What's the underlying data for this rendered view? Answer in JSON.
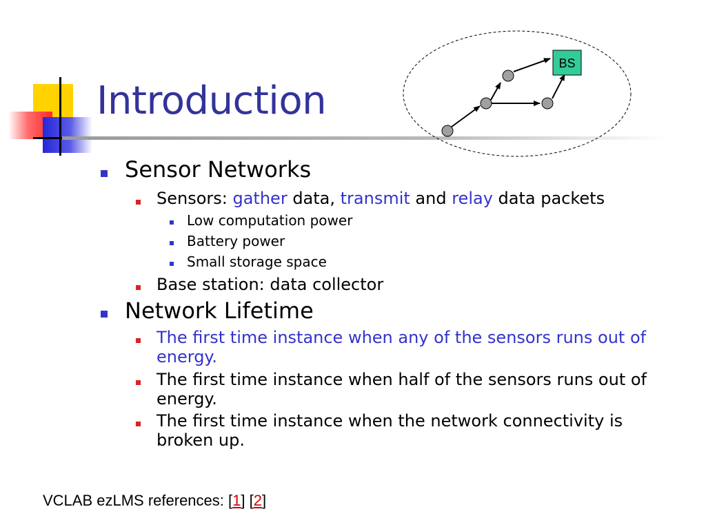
{
  "slide": {
    "title": "Introduction",
    "items": [
      {
        "text": "Sensor Networks",
        "sub": [
          {
            "parts": [
              {
                "text": "Sensors: ",
                "color": "black"
              },
              {
                "text": "gather",
                "color": "blue"
              },
              {
                "text": " data, ",
                "color": "black"
              },
              {
                "text": "transmit",
                "color": "blue"
              },
              {
                "text": " and ",
                "color": "black"
              },
              {
                "text": "relay",
                "color": "blue"
              },
              {
                "text": " data packets",
                "color": "black"
              }
            ],
            "sub": [
              "Low computation power",
              "Battery power",
              "Small storage space"
            ]
          },
          {
            "text": "Base station: data collector"
          }
        ]
      },
      {
        "text": "Network Lifetime",
        "sub": [
          {
            "text": "The first time instance when any of the sensors runs out of energy.",
            "highlight": true
          },
          {
            "text": "The first time instance when half of the sensors runs out of energy."
          },
          {
            "text": "The first time instance when the network connectivity is broken up."
          }
        ]
      }
    ],
    "diagram": {
      "base_station_label": "BS"
    },
    "footer": {
      "prefix": "VCLAB ezLMS references: ",
      "refs": [
        "1",
        "2"
      ]
    }
  },
  "colors": {
    "title": "#333399",
    "bullet_blue": "#3333cc",
    "bullet_red": "#dd2222",
    "highlight_text": "#3333cc",
    "base_station_fill": "#33cc99",
    "node_fill": "#a0a0a0",
    "link": "#cc0000"
  },
  "icons": [
    "square-bullet-icon"
  ]
}
